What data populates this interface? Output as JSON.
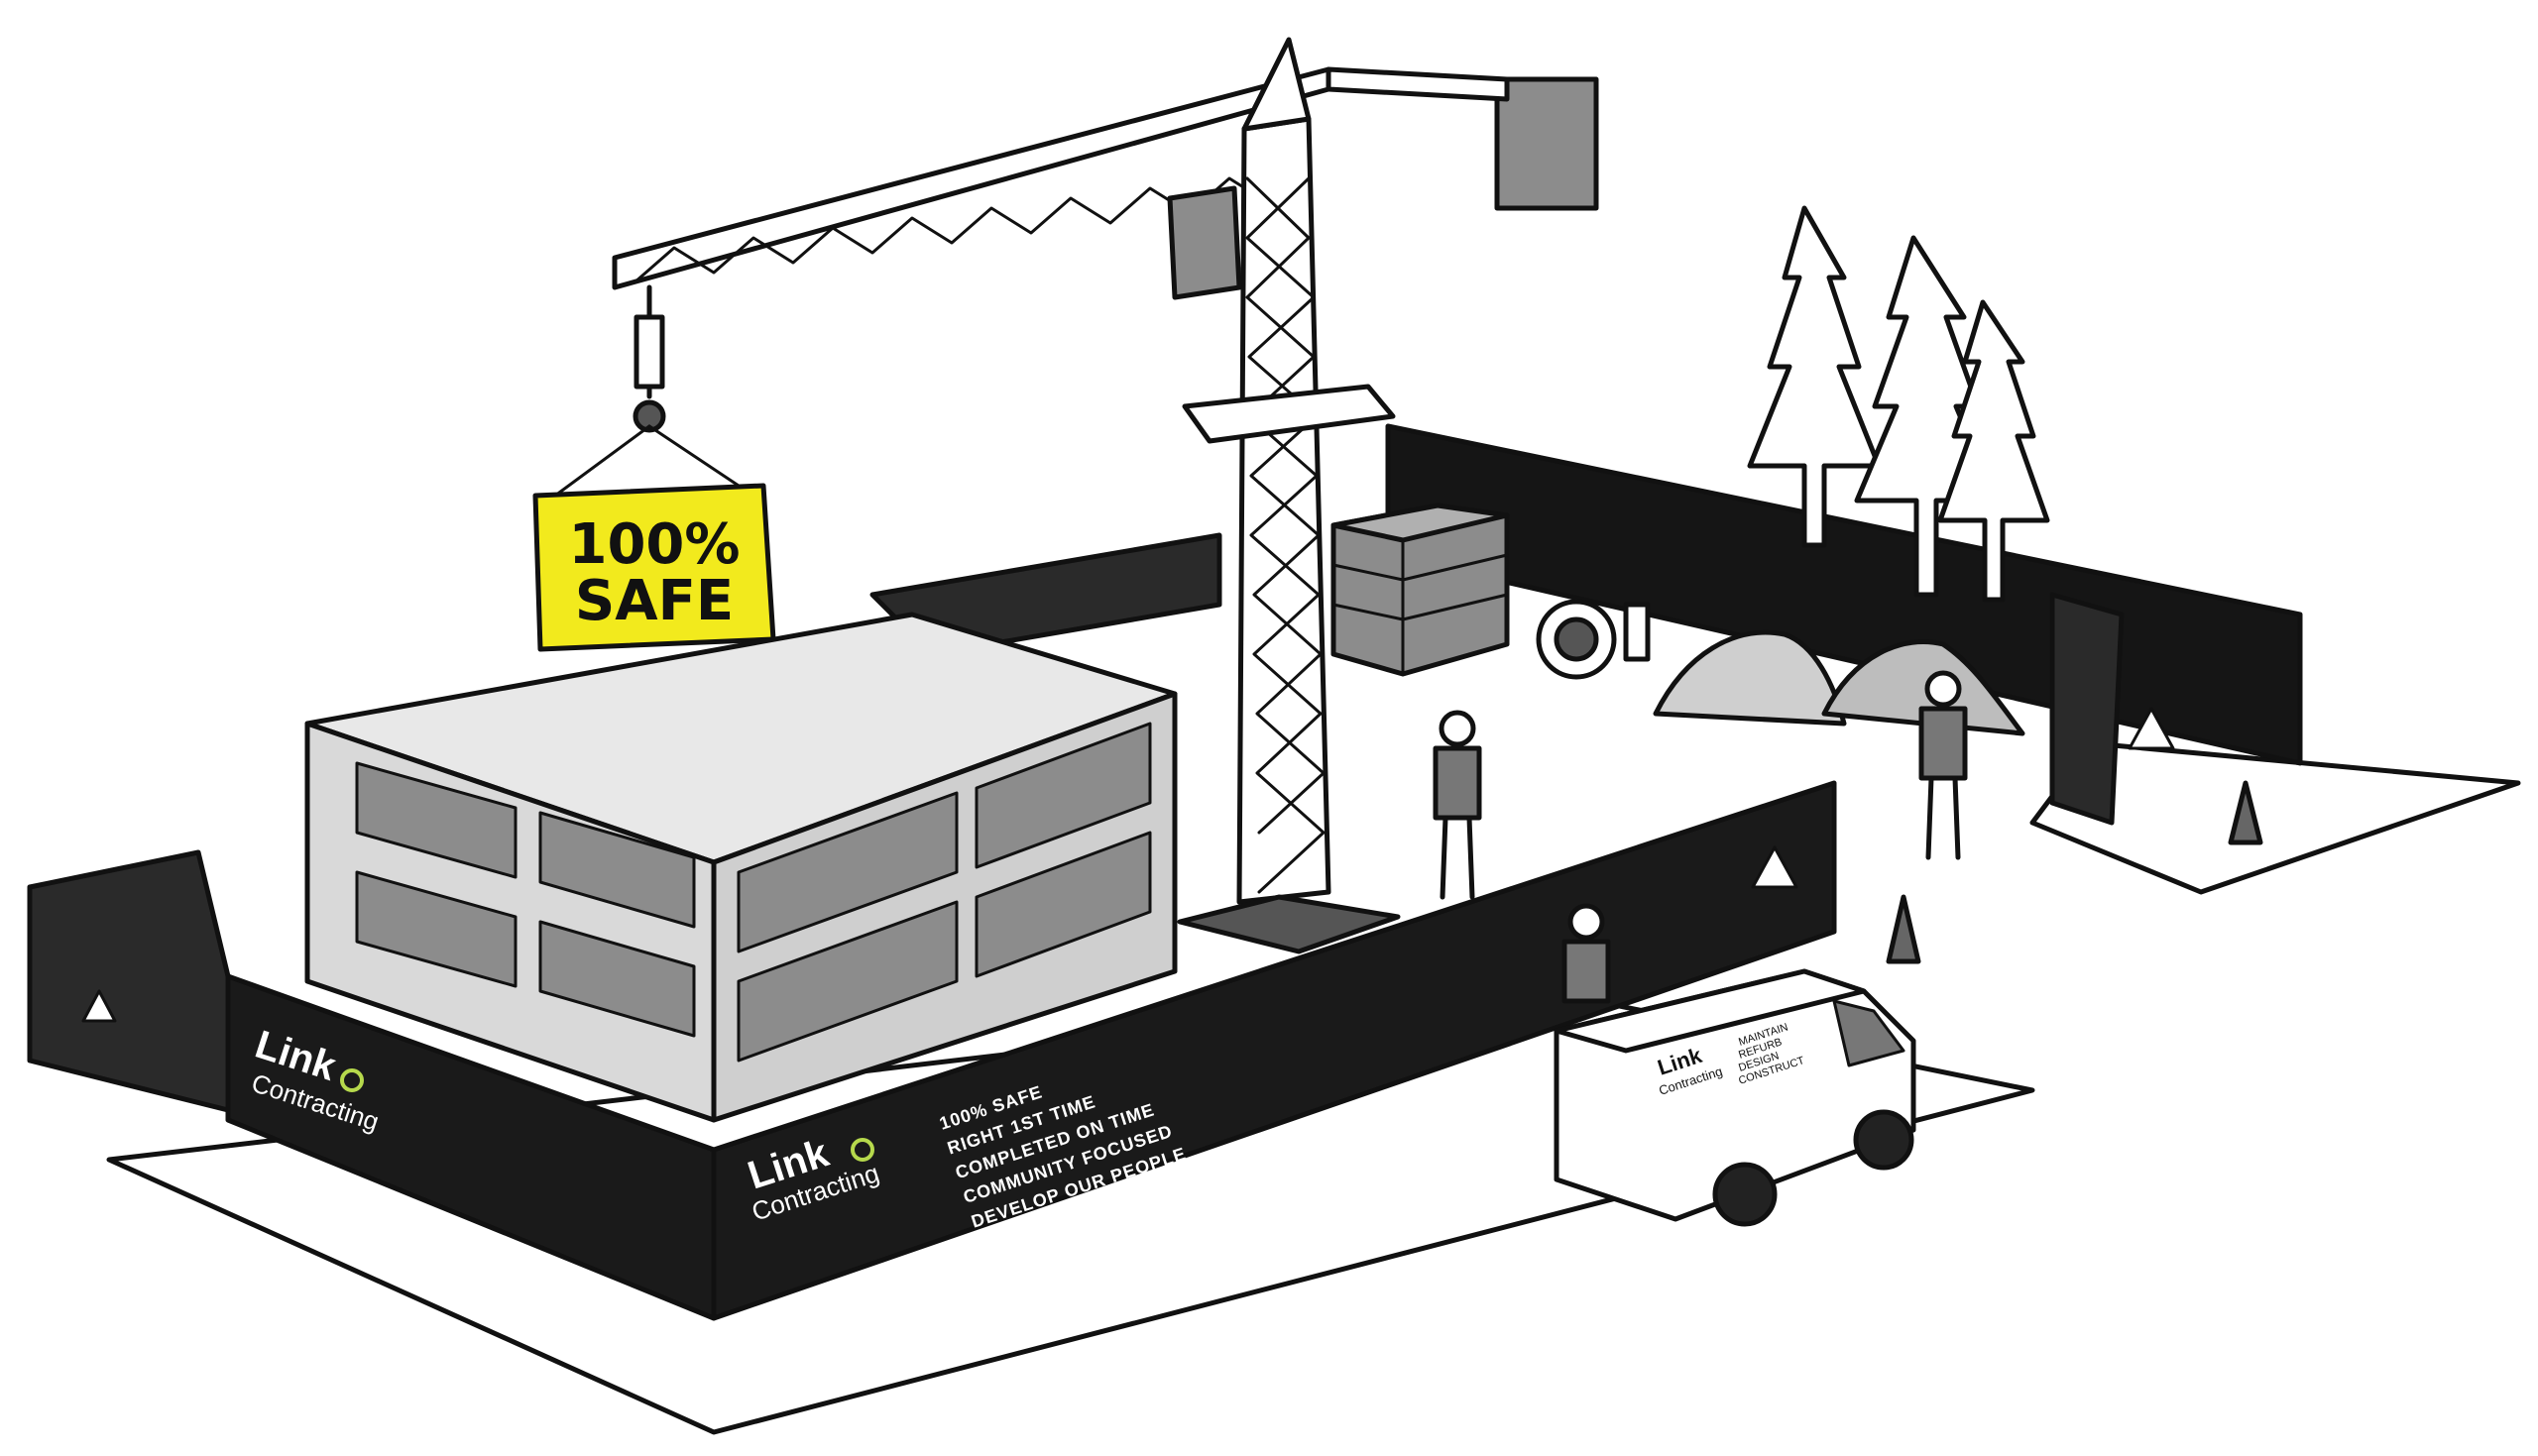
{
  "sign": {
    "line1": "100%",
    "line2": "SAFE",
    "color": "#f2ea1d"
  },
  "brand": {
    "name": "Link",
    "sub": "Contracting",
    "accent": "#b6d94c"
  },
  "values": [
    "100% SAFE",
    "RIGHT 1ST TIME",
    "COMPLETED ON TIME",
    "COMMUNITY FOCUSED",
    "DEVELOP OUR PEOPLE"
  ],
  "van": {
    "name": "Link",
    "sub": "Contracting",
    "services": [
      "MAINTAIN",
      "REFURB",
      "DESIGN",
      "CONSTRUCT"
    ]
  },
  "icons": [
    "warning-triangle-icon",
    "checkbox-tick-icon",
    "link-logo-icon",
    "traffic-cone-icon"
  ],
  "colors": {
    "ink": "#111111",
    "hoarding": "#1a1a1a",
    "concrete": "#d9d9d9",
    "panel": "#8c8c8c"
  }
}
